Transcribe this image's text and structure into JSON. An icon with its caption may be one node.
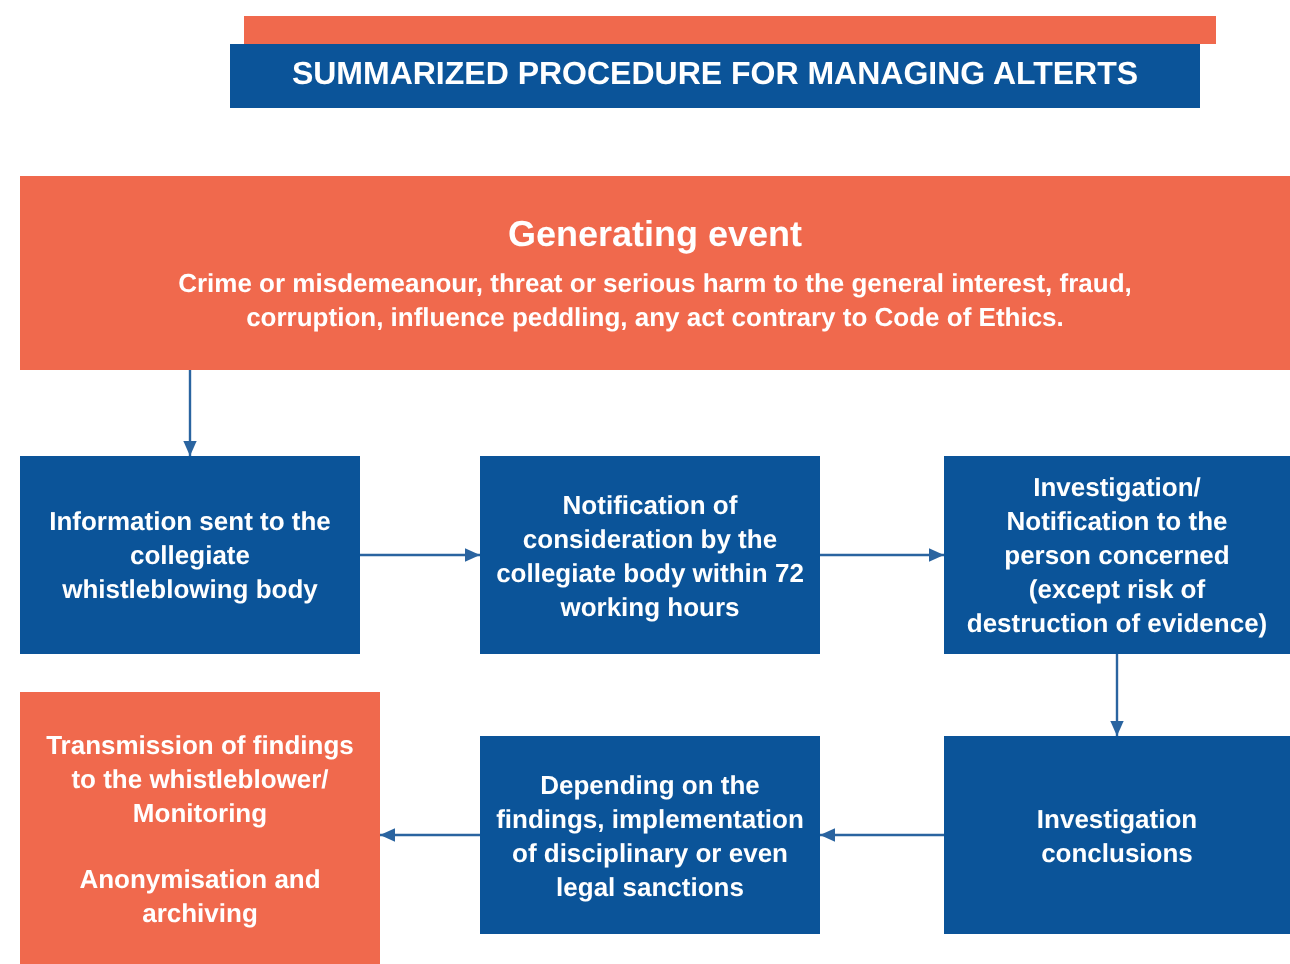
{
  "diagram": {
    "title": "SUMMARIZED PROCEDURE FOR MANAGING ALTERTS",
    "nodes": [
      {
        "text": [
          "Generating event",
          "Crime or misdemeanour, threat or serious harm to the general interest, fraud, corruption, influence peddling, any act contrary to Code of Ethics."
        ]
      },
      {
        "text": [
          "Information sent to the collegiate whistleblowing body"
        ]
      },
      {
        "text": [
          "Notification of consideration by the collegiate body within 72 working hours"
        ]
      },
      {
        "text": [
          "Investigation/ Notification to the person concerned (except risk of destruction of evidence)"
        ]
      },
      {
        "text": [
          "Investigation conclusions"
        ]
      },
      {
        "text": [
          "Depending on the findings, implementation of disciplinary or even legal sanctions"
        ]
      },
      {
        "text": [
          "Transmission of findings to the whistleblower/ Monitoring",
          "Anonymisation and archiving"
        ]
      },
      {
        "text": [],
        "shape": "bar"
      }
    ],
    "edges": [
      {
        "from": 0,
        "to": 1,
        "arrow": "to"
      },
      {
        "from": 1,
        "to": 2,
        "arrow": "to"
      },
      {
        "from": 2,
        "to": 3,
        "arrow": "to"
      },
      {
        "from": 3,
        "to": 4,
        "arrow": "to"
      },
      {
        "from": 4,
        "to": 5,
        "arrow": "to"
      },
      {
        "from": 5,
        "to": 6,
        "arrow": "to"
      }
    ]
  }
}
